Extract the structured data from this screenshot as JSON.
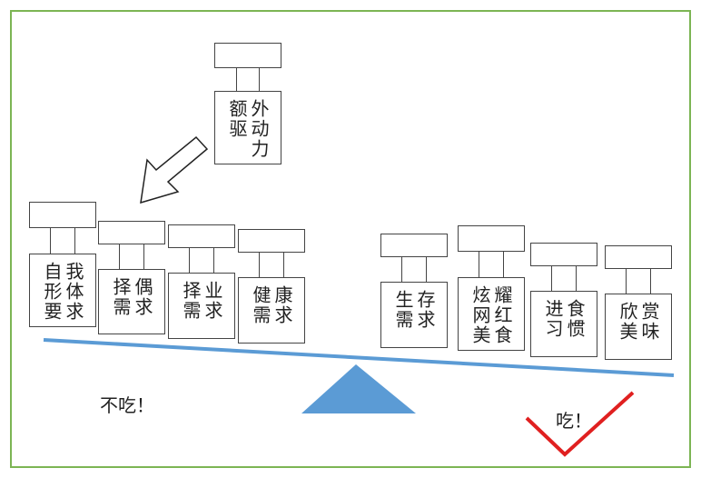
{
  "colors": {
    "frame": "#7cb554",
    "beam": "#5b9bd5",
    "fulcrum": "#5b9bd5",
    "check": "#e02020"
  },
  "external_force": {
    "column1": "外动力",
    "column2": "额驱"
  },
  "left_weights": [
    {
      "column1": "我体求",
      "column2": "自形要"
    },
    {
      "column1": "偶求",
      "column2": "择需"
    },
    {
      "column1": "业求",
      "column2": "择需"
    },
    {
      "column1": "康求",
      "column2": "健需"
    }
  ],
  "right_weights": [
    {
      "column1": "存求",
      "column2": "生需"
    },
    {
      "column1": "耀红食",
      "column2": "炫网美"
    },
    {
      "column1": "食惯",
      "column2": "进习"
    },
    {
      "column1": "赏味",
      "column2": "欣美"
    }
  ],
  "left_caption": "不吃！",
  "right_caption": "吃！",
  "icons": {
    "arrow": "arrow-down-left-icon",
    "fulcrum": "triangle-fulcrum-icon",
    "check": "check-mark-icon"
  }
}
